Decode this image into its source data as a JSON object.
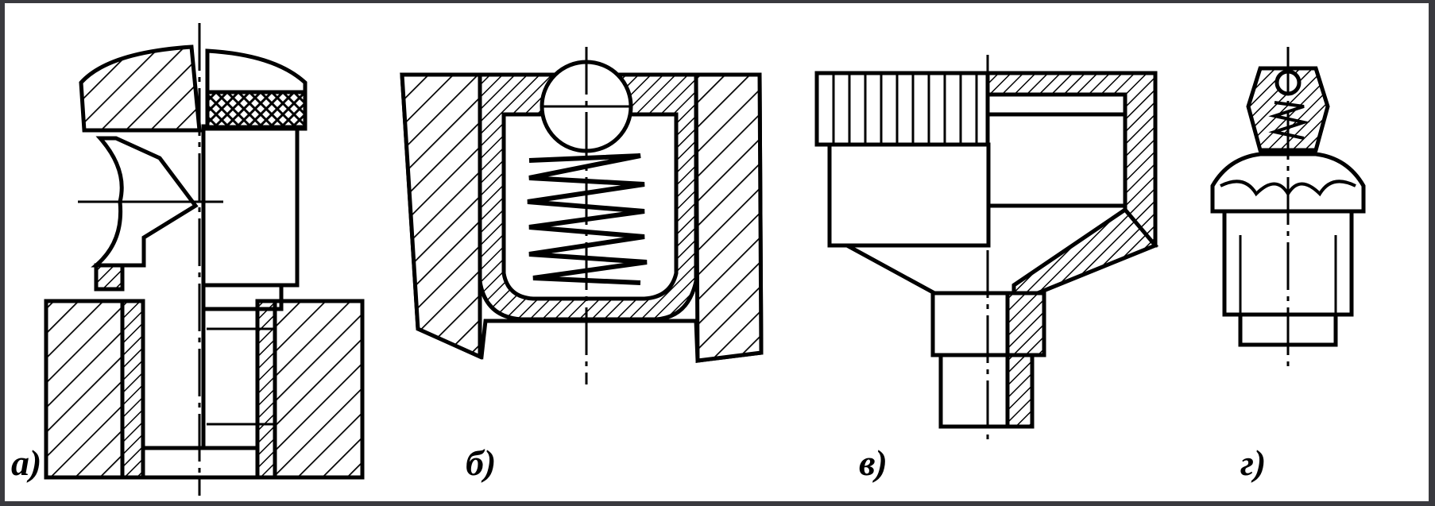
{
  "figure": {
    "captions": [
      "а)",
      "б)",
      "в)",
      "г)"
    ]
  },
  "colors": {
    "background": "#3a3a3f",
    "paper": "#ffffff",
    "ink": "#000000"
  }
}
